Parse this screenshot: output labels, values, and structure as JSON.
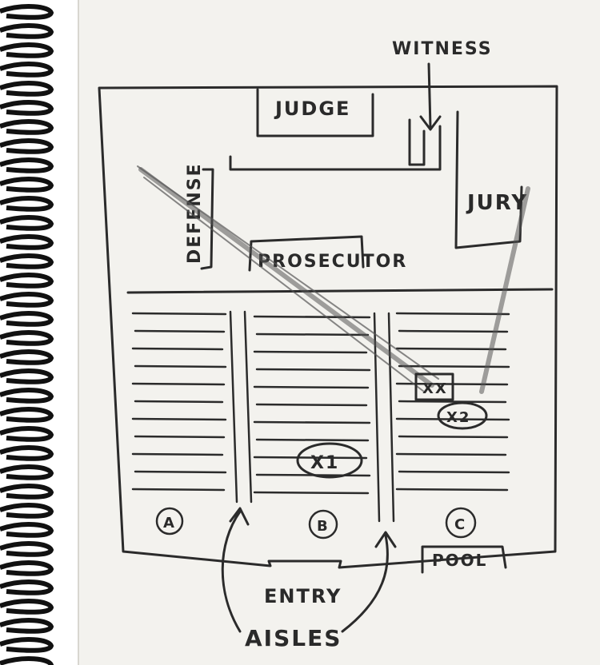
{
  "labels": {
    "witness": "WITNESS",
    "judge": "JUDGE",
    "jury": "JURY",
    "defense": "DEFENSE",
    "prosecutor": "PROSECUTOR",
    "xx": "XX",
    "x2": "X2",
    "x1": "X1",
    "section_a": "A",
    "section_b": "B",
    "section_c": "C",
    "pool": "POOL",
    "entry": "ENTRY",
    "aisles": "AISLES"
  },
  "colors": {
    "paper": "#f3f2ee",
    "pencil": "#2b2b2b",
    "spiral": "#111111"
  }
}
